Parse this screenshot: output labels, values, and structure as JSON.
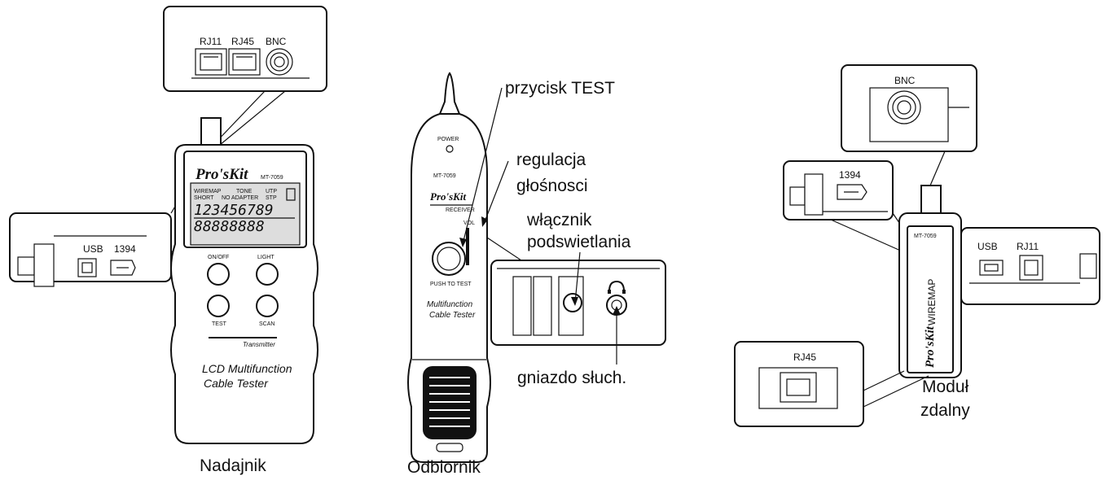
{
  "transmitter": {
    "name": "Nadajnik",
    "brand": "Pro'sKit",
    "model": "MT-7059",
    "lcd_row1": [
      "WIREMAP",
      "TONE",
      "UTP"
    ],
    "lcd_row2": [
      "SHORT",
      "NO ADAPTER",
      "STP"
    ],
    "lcd_digits": "123456789",
    "lcd_segments": "88888888",
    "buttons": [
      "ON/OFF",
      "LIGHT",
      "TEST",
      "SCAN"
    ],
    "footer": "Transmitter",
    "product_line1": "LCD Multifunction",
    "product_line2": "Cable Tester",
    "ports_top": [
      "RJ11",
      "RJ45",
      "BNC"
    ],
    "ports_side": [
      "USB",
      "1394"
    ]
  },
  "receiver": {
    "name": "Odbiornik",
    "power": "POWER",
    "model": "MT-7059",
    "brand": "Pro'sKit",
    "sub": "RECEIVER",
    "vol": "VOL",
    "push": "PUSH TO TEST",
    "product_line1": "Multifunction",
    "product_line2": "Cable Tester",
    "callout_test": "przycisk TEST",
    "callout_volume_1": "regulacja",
    "callout_volume_2": "głośnosci",
    "callout_light_1": "włącznik",
    "callout_light_2": "podswietlania",
    "callout_jack": "gniazdo słuch."
  },
  "remote": {
    "name_1": "Moduł",
    "name_2": "zdalny",
    "model": "MT-7059",
    "brand": "Pro'sKit",
    "wiremap_label": "WIREMAP",
    "ports_top": [
      "BNC"
    ],
    "ports_left": [
      "1394"
    ],
    "ports_right": [
      "USB",
      "RJ11"
    ],
    "ports_bottom": [
      "RJ45"
    ]
  }
}
